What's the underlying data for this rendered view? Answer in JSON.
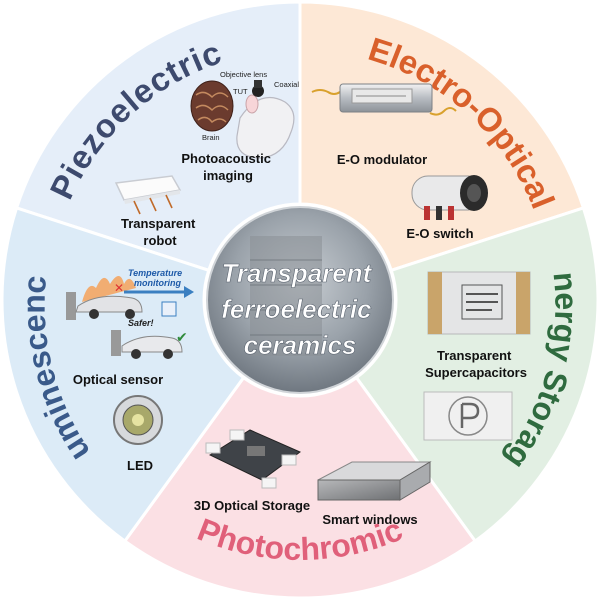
{
  "center": {
    "line1": "Transparent",
    "line2": "ferroelectric",
    "line3": "ceramics"
  },
  "sectors": {
    "piezoelectric": {
      "title": "Piezoelectric",
      "color": "#3d4a6e",
      "fill": "#e5eef9",
      "items": {
        "photoacoustic_line1": "Photoacoustic",
        "photoacoustic_line2": "imaging",
        "robot_line1": "Transparent",
        "robot_line2": "robot"
      },
      "labels": {
        "objective_lens": "Objective lens",
        "tut": "TUT",
        "coaxial": "Coaxial",
        "brain": "Brain"
      }
    },
    "electro_optical": {
      "title": "Electro-Optical",
      "color": "#d9602b",
      "fill": "#fde8d6",
      "items": {
        "modulator": "E-O modulator",
        "switch": "E-O switch"
      }
    },
    "energy_storage": {
      "title": "Energy Storage",
      "color": "#2f6b3f",
      "fill": "#e2efe3",
      "items": {
        "supercap_line1": "Transparent",
        "supercap_line2": "Supercapacitors"
      }
    },
    "photochromic": {
      "title": "Photochromic",
      "color": "#e0607a",
      "fill": "#fbe0e4",
      "items": {
        "storage": "3D Optical Storage",
        "windows": "Smart windows"
      }
    },
    "luminescence": {
      "title": "Luminescence",
      "color": "#3a5a8a",
      "fill": "#dcebf7",
      "items": {
        "sensor": "Optical sensor",
        "led": "LED"
      },
      "labels": {
        "temp_line1": "Temperature",
        "temp_line2": "monitoring",
        "safer": "Safer!"
      }
    }
  }
}
